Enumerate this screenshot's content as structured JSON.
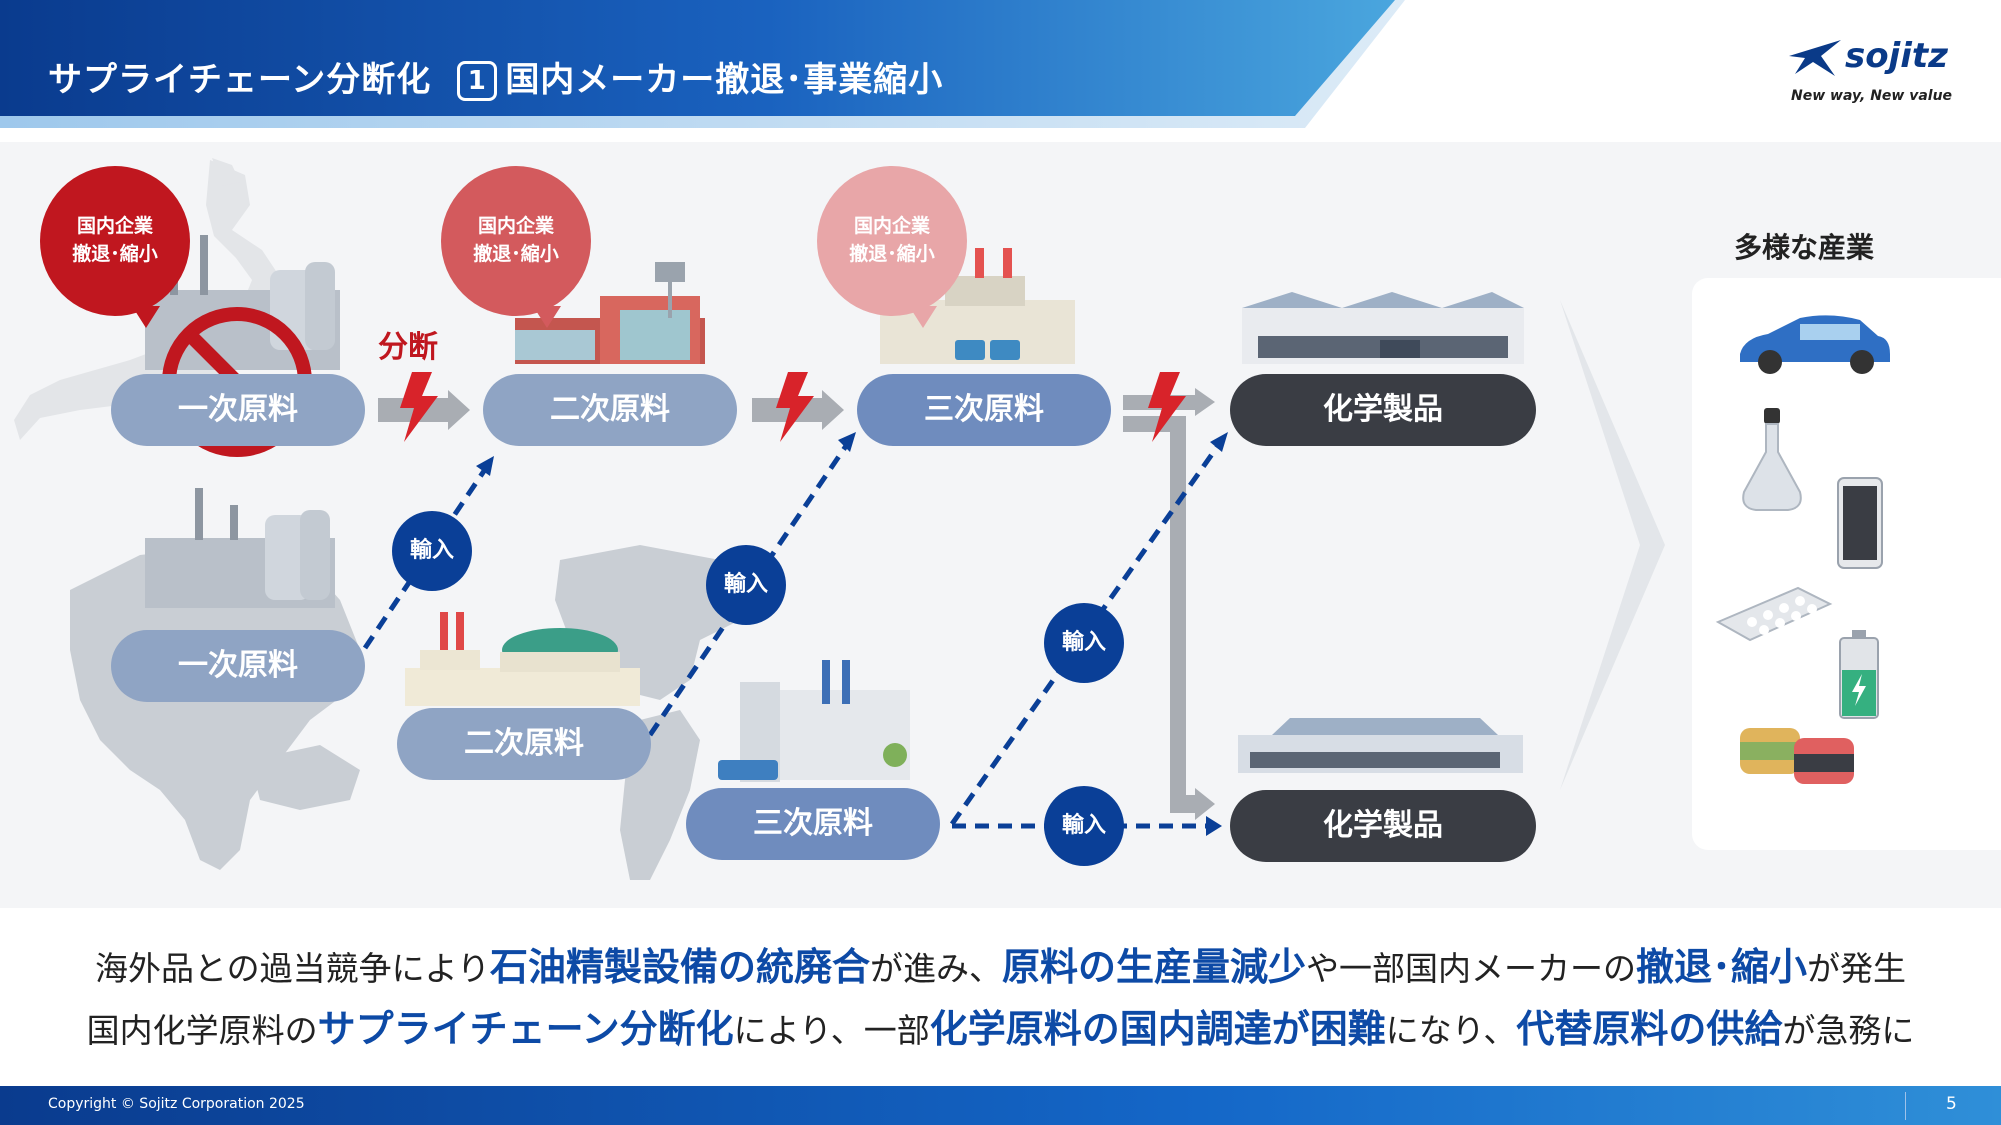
{
  "header": {
    "title": "サプライチェーン分断化",
    "number": "1",
    "subtitle": "国内メーカー撤退･事業縮小"
  },
  "logo": {
    "name": "sojitz",
    "tagline": "New way, New value"
  },
  "bubbles": [
    {
      "line1": "国内企業",
      "line2": "撤退･縮小"
    },
    {
      "line1": "国内企業",
      "line2": "撤退･縮小"
    },
    {
      "line1": "国内企業",
      "line2": "撤退･縮小"
    }
  ],
  "break_label": "分断",
  "domestic": {
    "primary": "一次原料",
    "secondary": "二次原料",
    "tertiary": "三次原料",
    "chemical": "化学製品"
  },
  "overseas": {
    "primary": "一次原料",
    "secondary": "二次原料",
    "tertiary": "三次原料",
    "chemical": "化学製品"
  },
  "import_label": "輸入",
  "industries": {
    "title": "多様な産業",
    "icons": [
      "car-icon",
      "flask-icon",
      "smartphone-icon",
      "pill-pack-icon",
      "battery-icon",
      "sponge-icon"
    ]
  },
  "summary": {
    "line1": [
      {
        "text": "海外品との過当競争により",
        "hl": false
      },
      {
        "text": "石油精製設備の統廃合",
        "hl": true
      },
      {
        "text": "が進み、",
        "hl": false
      },
      {
        "text": "原料の生産量減少",
        "hl": true
      },
      {
        "text": "や一部国内メーカーの",
        "hl": false
      },
      {
        "text": "撤退･縮小",
        "hl": true
      },
      {
        "text": "が発生",
        "hl": false
      }
    ],
    "line2": [
      {
        "text": "国内化学原料の",
        "hl": false
      },
      {
        "text": "サプライチェーン分断化",
        "hl": true
      },
      {
        "text": "により、一部",
        "hl": false
      },
      {
        "text": "化学原料の国内調達が困難",
        "hl": true
      },
      {
        "text": "になり、",
        "hl": false
      },
      {
        "text": "代替原料の供給",
        "hl": true
      },
      {
        "text": "が急務に",
        "hl": false
      }
    ]
  },
  "footer": {
    "copyright": "Copyright © Sojitz Corporation 2025",
    "page": "5"
  },
  "colors": {
    "brand_blue": "#0a3f97",
    "highlight_blue": "#0d4aa6",
    "alert_red": "#c0171f"
  }
}
